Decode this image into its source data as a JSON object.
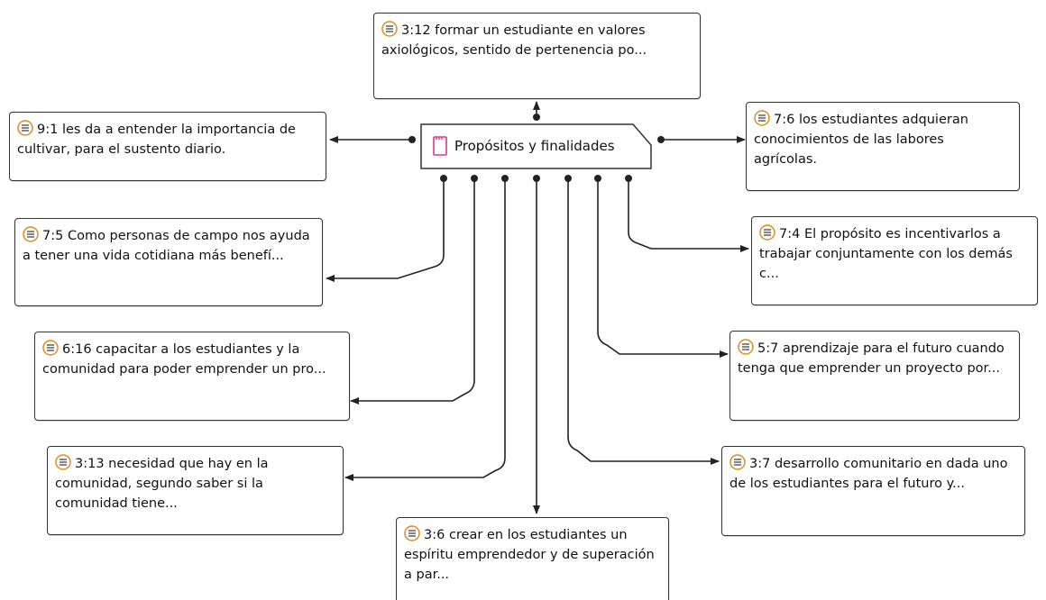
{
  "code": {
    "label": "Propósitos y finalidades",
    "icon": "code-memo-icon",
    "icon_color": "#d63a8c"
  },
  "colors": {
    "quote_icon": "#e08a1e",
    "line": "#222222",
    "border": "#333333"
  },
  "quotations": [
    {
      "id": "q-3-12",
      "text": "3:12 formar un estudiante en valores axiológicos, sentido de pertenencia po..."
    },
    {
      "id": "q-9-1",
      "text": "9:1 les da a entender la importancia de cultivar, para el sustento diario."
    },
    {
      "id": "q-7-6",
      "text": "7:6 los estudiantes adquieran conocimientos de las labores agrícolas."
    },
    {
      "id": "q-7-5",
      "text": "7:5 Como personas de campo nos ayuda a tener una vida cotidiana más benefí..."
    },
    {
      "id": "q-7-4",
      "text": "7:4 El propósito es incentivarlos a trabajar conjuntamente con los demás c..."
    },
    {
      "id": "q-6-16",
      "text": "6:16 capacitar a los estudiantes y la comunidad para poder emprender un pro..."
    },
    {
      "id": "q-5-7",
      "text": "5:7 aprendizaje para el futuro cuando tenga que emprender un proyecto por..."
    },
    {
      "id": "q-3-13",
      "text": "3:13 necesidad que hay en la comunidad, segundo saber si la comunidad tiene..."
    },
    {
      "id": "q-3-7",
      "text": "3:7 desarrollo comunitario en dada uno de los estudiantes para el futuro y..."
    },
    {
      "id": "q-3-6",
      "text": "3:6 crear en los estudiantes un espíritu emprendedor y de superación a par..."
    }
  ]
}
